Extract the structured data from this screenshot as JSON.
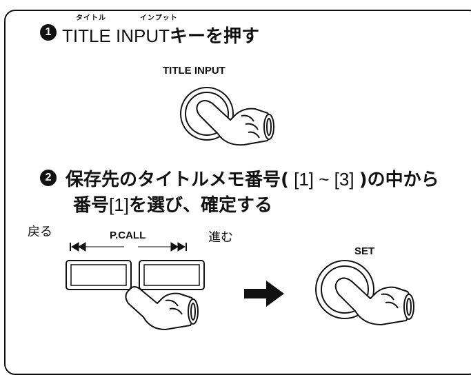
{
  "step1": {
    "number": "1",
    "ruby_title": "タイトル",
    "ruby_input": "インプット",
    "text_key": "TITLE INPUT",
    "text_jp": "キーを押す",
    "button_label": "TITLE INPUT"
  },
  "step2": {
    "number": "2",
    "line1_a": "保存先のタイトルメモ番号(",
    "line1_b": " [1] ~ [3] ",
    "line1_c": ")の中から",
    "line2_a": "番号",
    "line2_b": "[1]",
    "line2_c": "を選び、確定する",
    "back_label": "戻る",
    "forward_label": "進む",
    "pcall_label": "P.CALL",
    "set_label": "SET"
  },
  "icons": [
    "pointing-hand-icon",
    "right-arrow-icon",
    "previous-icon",
    "next-icon"
  ]
}
